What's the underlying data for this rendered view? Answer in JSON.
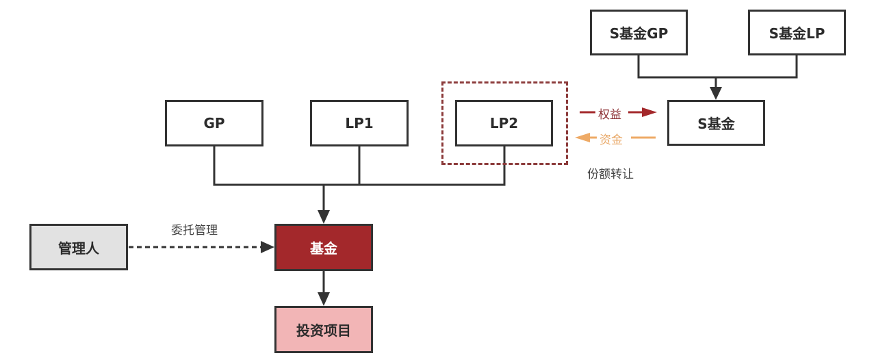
{
  "nodes": {
    "gp": "GP",
    "lp1": "LP1",
    "lp2": "LP2",
    "fund": "基金",
    "manager": "管理人",
    "project": "投资项目",
    "s_fund_gp": "S基金GP",
    "s_fund_lp": "S基金LP",
    "s_fund": "S基金"
  },
  "edges": {
    "delegation": "委托管理",
    "equity": "权益",
    "capital": "资金",
    "transfer": "份额转让"
  },
  "colors": {
    "fund_fill": "#a3282b",
    "project_fill": "#f2b5b6",
    "manager_fill": "#e2e2e2",
    "equity_arrow": "#a3282b",
    "capital_arrow": "#eeaa66",
    "highlight_frame": "#8c3b3b"
  }
}
